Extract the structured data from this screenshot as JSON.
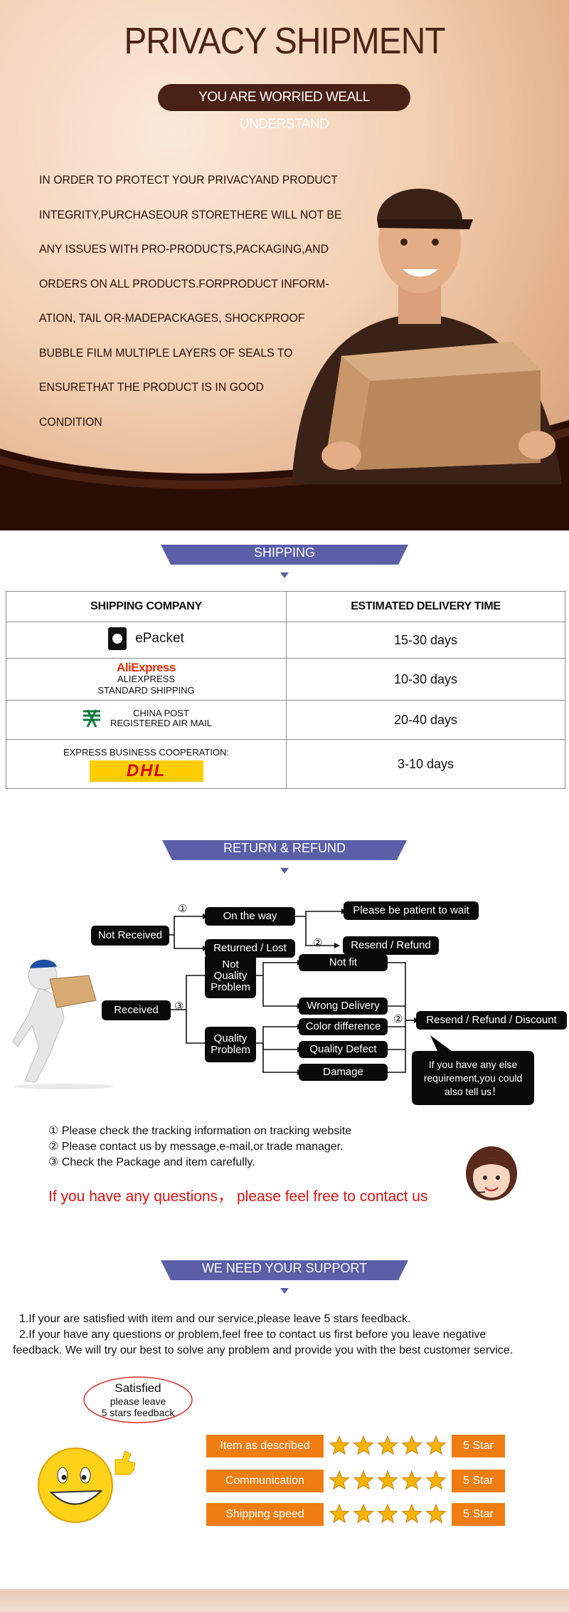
{
  "hero": {
    "title": "PRIVACY SHIPMENT",
    "subtitle": "YOU ARE WORRIED WEALL UNDERSTAND",
    "lines": [
      "IN ORDER TO PROTECT YOUR PRIVACYAND PRODUCT",
      "INTEGRITY,PURCHASEOUR STORETHERE WILL NOT BE",
      "ANY ISSUES WITH PRO-PRODUCTS,PACKAGING,AND",
      "ORDERS ON ALL PRODUCTS.FORPRODUCT INFORM-",
      "ATION, TAIL OR-MADEPACKAGES,   SHOCKPROOF",
      "BUBBLE FILM MULTIPLE LAYERS OF SEALS TO",
      "ENSURETHAT THE PRODUCT IS IN GOOD",
      "CONDITION"
    ]
  },
  "shipping": {
    "header": "SHIPPING",
    "columns": [
      "SHIPPING COMPANY",
      "ESTIMATED DELIVERY TIME"
    ],
    "rows": [
      {
        "company": "ePacket",
        "time": "15-30 days"
      },
      {
        "logo": "AliExpress",
        "company_line1": "ALIEXPRESS",
        "company_line2": "STANDARD SHIPPING",
        "time": "10-30 days"
      },
      {
        "company_line1": "CHINA POST",
        "company_line2": "REGISTERED AIR MAIL",
        "time": "20-40 days"
      },
      {
        "company": "EXPRESS BUSINESS COOPERATION:",
        "logo": "DHL",
        "time": "3-10 days"
      }
    ]
  },
  "refund": {
    "header": "RETURN & REFUND",
    "not_received": "Not Received",
    "received": "Received",
    "on_the_way": "On the way",
    "returned_lost": "Returned / Lost",
    "be_patient": "Please be patient to wait",
    "resend_refund": "Resend / Refund",
    "not_quality_1": "Not",
    "not_quality_2": "Quality",
    "not_quality_3": "Problem",
    "quality_1": "Quality",
    "quality_2": "Problem",
    "not_fit": "Not fit",
    "wrong_delivery": "Wrong Delivery",
    "color_difference": "Color difference",
    "quality_defect": "Quality Defect",
    "damage": "Damage",
    "resend_refund_discount": "Resend / Refund / Discount",
    "else_1": "If you have any else",
    "else_2": "requirement,you could",
    "else_3": "also tell us！",
    "mark1": "①",
    "mark2": "②",
    "mark3": "③",
    "notes": [
      "① Please check the tracking information on tracking website",
      "② Please contact us by message,e-mail,or trade manager.",
      "③ Check the Package and item carefully."
    ],
    "contact": "If you have any questions， please feel free to contact us"
  },
  "support": {
    "header": "WE NEED YOUR SUPPORT",
    "lines": [
      "  1.If your are satisfied with item and our service,please leave 5 stars feedback.",
      "  2.If your have any questions or problem,feel free to contact us first before you leave negative",
      "feedback. We will try our best to solve any problem and provide you with the best customer service."
    ],
    "bubble_big": "Satisfied",
    "bubble_1": "please leave",
    "bubble_2": "5 stars feedback",
    "ratings": [
      {
        "label": "Item as described",
        "stars": 5,
        "value": "5 Star"
      },
      {
        "label": "Communication",
        "stars": 5,
        "value": "5 Star"
      },
      {
        "label": "Shipping speed",
        "stars": 5,
        "value": "5 Star"
      }
    ]
  },
  "colors": {
    "brown": "#4a2116",
    "banner": "#5a5fa8",
    "orange": "#ef7d12",
    "red": "#e01010",
    "star": "#f6b400"
  }
}
